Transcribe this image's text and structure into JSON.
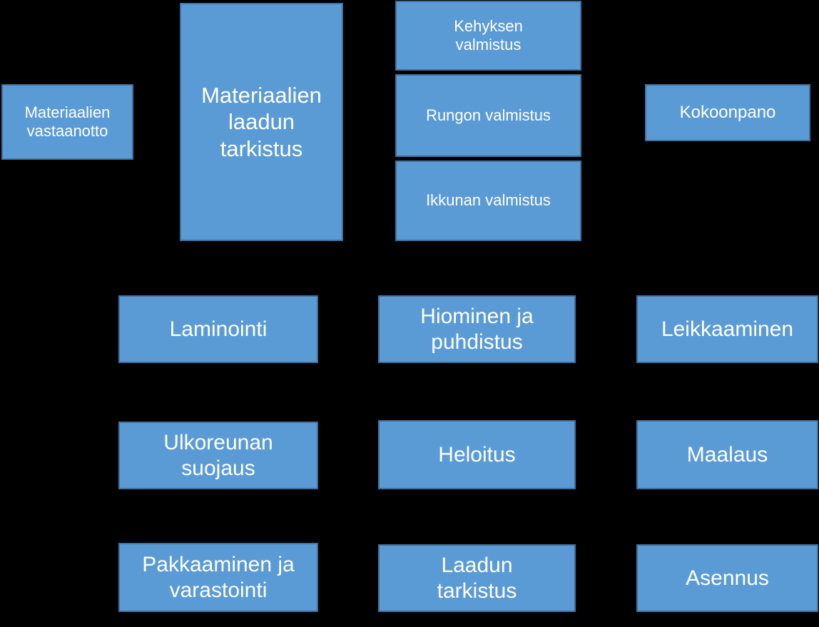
{
  "diagram": {
    "background": "#000000",
    "box_fill": "#5b9bd5",
    "box_border": "#41719c",
    "text_color": "#ffffff",
    "connector_color": "#000000",
    "steps": {
      "materiaalien_vastaanotto": "Materiaalien\nvastaanotto",
      "materiaalien_laadun_tarkistus": "Materiaalien\nlaadun\ntarkistus",
      "kehyksen_valmistus": "Kehyksen\nvalmistus",
      "rungon_valmistus": "Rungon valmistus",
      "ikkunan_valmistus": "Ikkunan valmistus",
      "kokoonpano": "Kokoonpano",
      "laminointi": "Laminointi",
      "hiominen_ja_puhdistus": "Hiominen ja\npuhdistus",
      "leikkaaminen": "Leikkaaminen",
      "ulkoreunan_suojaus": "Ulkoreunan\nsuojaus",
      "heloitus": "Heloitus",
      "maalaus": "Maalaus",
      "pakkaaminen_ja_varastointi": "Pakkaaminen ja\nvarastointi",
      "laadun_tarkistus": "Laadun\ntarkistus",
      "asennus": "Asennus"
    }
  }
}
